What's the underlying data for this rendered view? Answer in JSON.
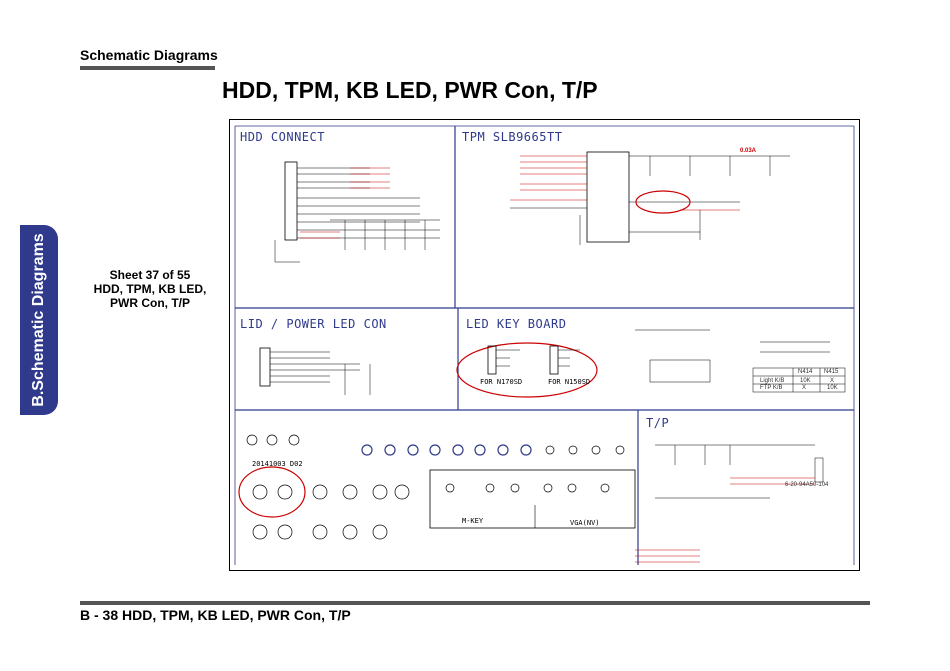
{
  "header": {
    "section_title": "Schematic  Diagrams",
    "main_title": "HDD, TPM, KB LED, PWR Con, T/P"
  },
  "sidebar": {
    "tab_label": "B.Schematic Diagrams"
  },
  "sheet_note": {
    "line1": "Sheet 37 of 55",
    "line2": "HDD, TPM, KB LED,",
    "line3": "PWR Con, T/P"
  },
  "footer": {
    "label": "B - 38   HDD, TPM, KB LED, PWR Con, T/P"
  },
  "schematic": {
    "sections": {
      "hdd": "HDD CONNECT",
      "tpm": "TPM SLB9665TT",
      "lid": "LID / POWER  LED CON",
      "led": "LED KEY BOARD",
      "tp": "T/P"
    },
    "labels": {
      "for170": "FOR N170SD",
      "for150": "FOR N150SD",
      "mkey": "M-KEY",
      "vga": "VGA(NV)",
      "date": "20141003 D02",
      "current": "0.03A",
      "part": "6-20-94A50-104",
      "light": "Light K/B",
      "ftp": "FTP K/B",
      "c1": "N414",
      "c2": "N415",
      "v1": "10K",
      "v2": "X",
      "v3": "X",
      "v4": "10K"
    }
  }
}
